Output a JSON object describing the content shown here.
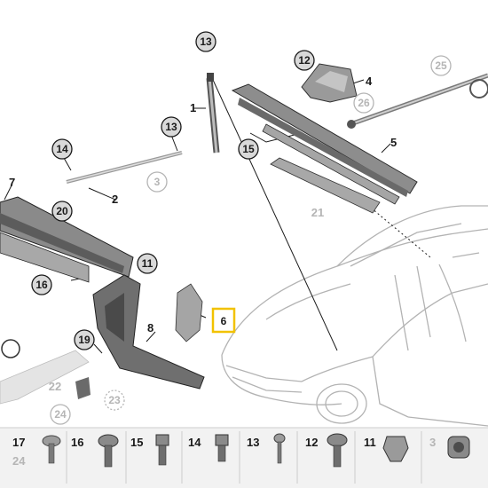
{
  "callouts": {
    "c13a": "13",
    "c12": "12",
    "c25": "25",
    "c26": "26",
    "c13b": "13",
    "c14": "14",
    "c15": "15",
    "c3": "3",
    "c21": "21",
    "c20": "20",
    "c11": "11",
    "c16": "16",
    "c6": "6",
    "c19": "19",
    "c22": "22",
    "c23": "23",
    "c24": "24"
  },
  "labels": {
    "l1": "1",
    "l2": "2",
    "l4": "4",
    "l5": "5",
    "l7": "7",
    "l8": "8"
  },
  "legend": {
    "items": [
      "17",
      "16",
      "15",
      "14",
      "13",
      "12",
      "11",
      "3"
    ],
    "faded": "24"
  },
  "colors": {
    "ink": "#1a1a1a",
    "callout_fill": "#d9d9d9",
    "faded": "#b5b5b5",
    "highlight": "#f2c200",
    "part_fill": "#8a8a8a",
    "part_dark": "#4d4d4d",
    "car_line": "#b0b0b0",
    "legend_bg": "#eeeeee"
  }
}
